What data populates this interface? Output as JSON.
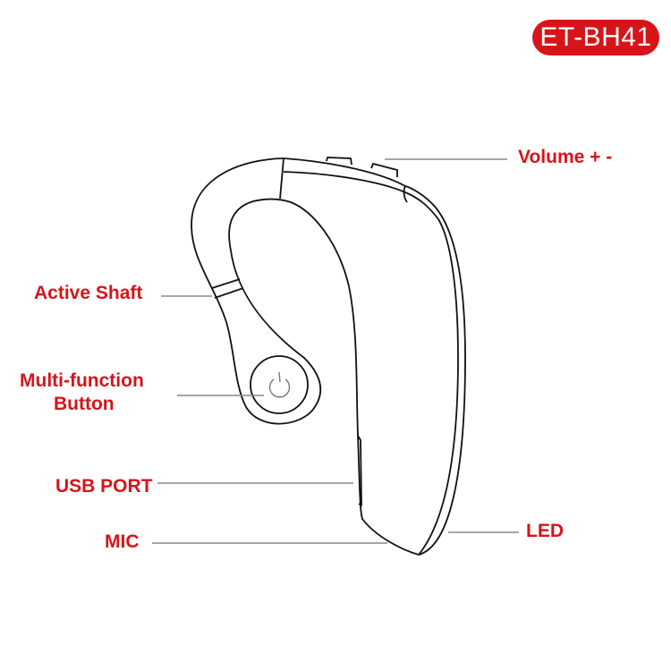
{
  "badge": {
    "model": "ET-BH41"
  },
  "labels": {
    "volume": "Volume + -",
    "active_shaft": "Active Shaft",
    "multi_function_line1": "Multi-function",
    "multi_function_line2": "Button",
    "usb_port": "USB PORT",
    "mic": "MIC",
    "led": "LED"
  },
  "colors": {
    "accent": "#d7141a",
    "line": "#888888",
    "outline": "#111111"
  }
}
